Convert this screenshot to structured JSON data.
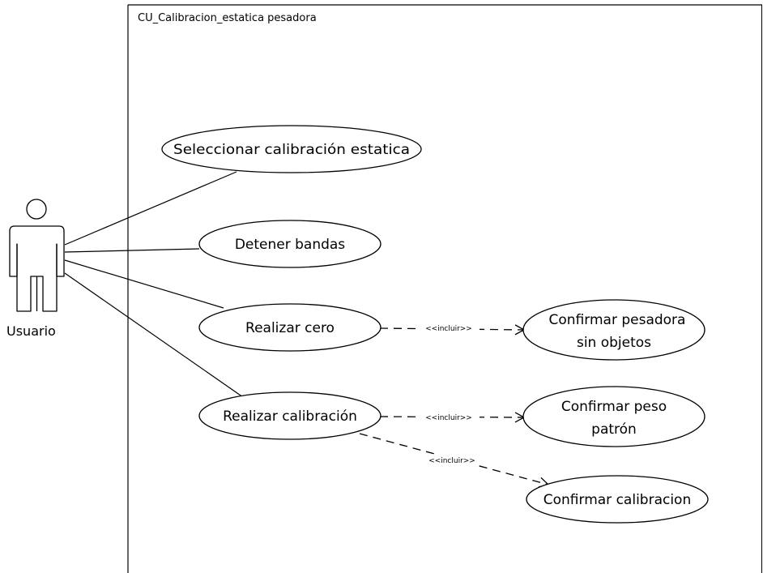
{
  "system": {
    "title": "CU_Calibracion_estatica pesadora"
  },
  "actor": {
    "label": "Usuario"
  },
  "use_cases": {
    "seleccionar": "Seleccionar calibración estatica",
    "detener": "Detener bandas",
    "cero": "Realizar cero",
    "calibracion": "Realizar calibración",
    "confirmar_pesadora_line1": "Confirmar pesadora",
    "confirmar_pesadora_line2": "sin objetos",
    "confirmar_peso_line1": "Confirmar peso",
    "confirmar_peso_line2": "patrón",
    "confirmar_calibracion": "Confirmar calibracion"
  },
  "relations": {
    "include_1": "<<incluir>>",
    "include_2": "<<incluir>>",
    "include_3": "<<incluir>>"
  }
}
